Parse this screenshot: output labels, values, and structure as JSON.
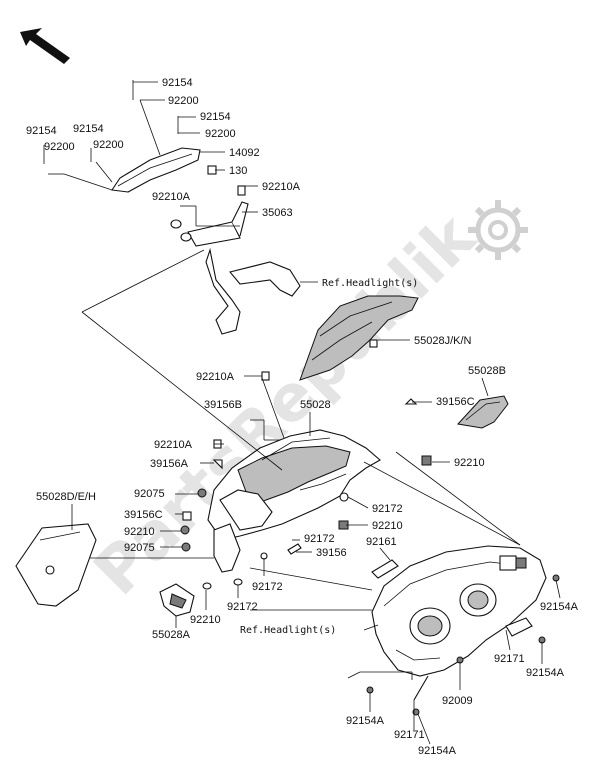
{
  "watermark": "PartsRepublik",
  "references": {
    "headlight_top": "Ref.Headlight(s)",
    "headlight_bottom": "Ref.Headlight(s)"
  },
  "parts": [
    "92154",
    "92200",
    "92154",
    "92200",
    "92154",
    "92154",
    "92200",
    "92200",
    "14092",
    "130",
    "92210A",
    "92210A",
    "35063",
    "55028J/K/N",
    "92210A",
    "39156B",
    "55028",
    "39156C",
    "55028B",
    "92210A",
    "39156A",
    "92210",
    "92075",
    "92172",
    "39156C",
    "92210",
    "55028D/E/H",
    "92172",
    "92210",
    "92075",
    "39156",
    "92161",
    "92172",
    "92210",
    "92172",
    "55028A",
    "92154A",
    "92171",
    "92154A",
    "92009",
    "92154A",
    "92171",
    "92154A"
  ]
}
